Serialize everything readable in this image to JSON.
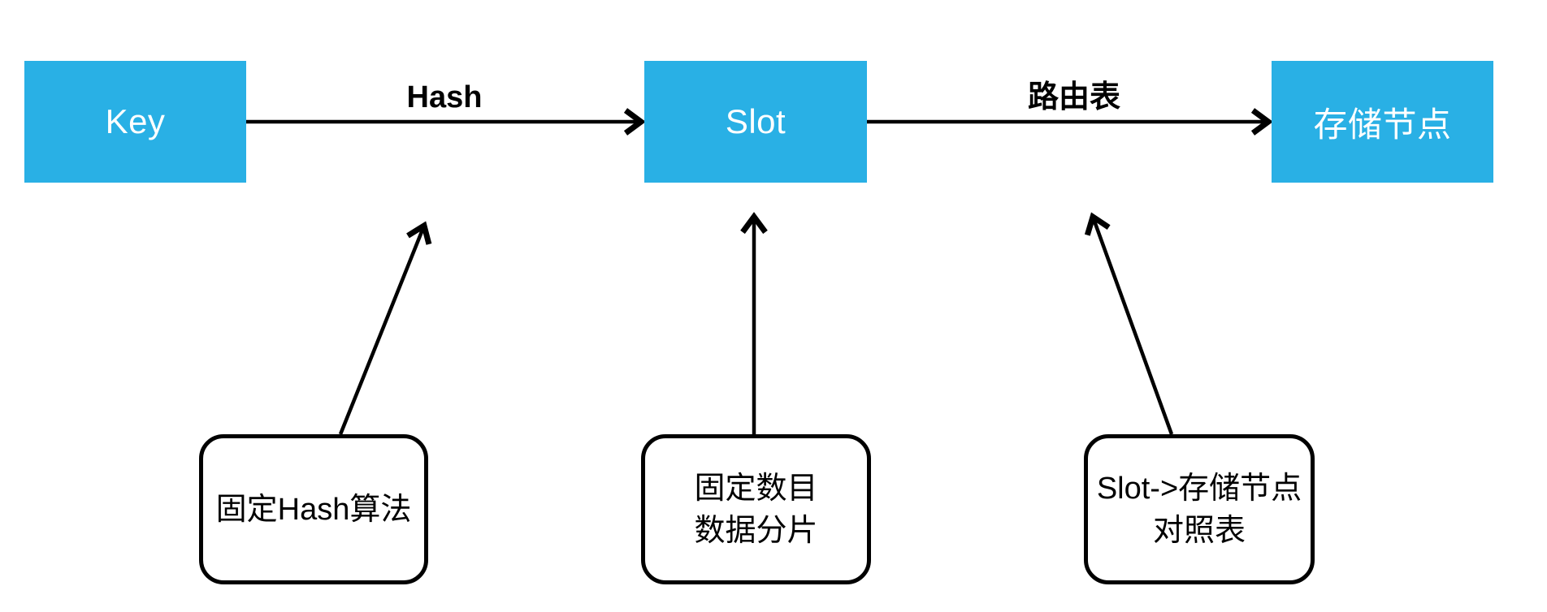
{
  "diagram": {
    "title_hint": "key-to-storage-node routing diagram",
    "colors": {
      "background": "#ffffff",
      "node_fill": "#29B0E5",
      "node_text": "#ffffff",
      "line": "#000000"
    },
    "nodes": [
      {
        "id": "key",
        "label": "Key"
      },
      {
        "id": "slot",
        "label": "Slot"
      },
      {
        "id": "storage",
        "label": "存储节点"
      }
    ],
    "edge_labels": [
      {
        "id": "hash",
        "label": "Hash"
      },
      {
        "id": "routing",
        "label": "路由表"
      }
    ],
    "notes": [
      {
        "id": "hash-note",
        "lines": [
          "固定Hash算法"
        ]
      },
      {
        "id": "shard-note",
        "lines": [
          "固定数目",
          "数据分片"
        ]
      },
      {
        "id": "mapping-note",
        "lines": [
          "Slot->存储节点",
          "对照表"
        ]
      }
    ]
  }
}
